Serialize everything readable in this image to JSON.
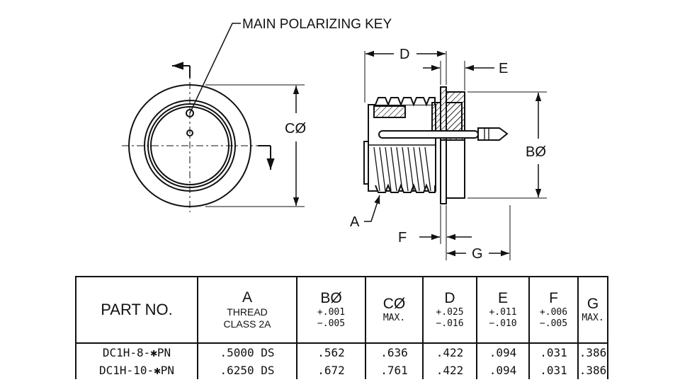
{
  "drawing": {
    "main_key_label": "MAIN POLARIZING KEY",
    "dim_c": "CØ",
    "dim_d": "D",
    "dim_e": "E",
    "dim_b": "BØ",
    "dim_a": "A",
    "dim_f": "F",
    "dim_g": "G"
  },
  "table": {
    "headers": [
      {
        "main": "PART NO."
      },
      {
        "main": "A",
        "sub1": "THREAD",
        "sub2": "CLASS 2A"
      },
      {
        "main": "BØ",
        "tol1": "+.001",
        "tol2": "−.005"
      },
      {
        "main": "CØ",
        "tol1": "MAX."
      },
      {
        "main": "D",
        "tol1": "+.025",
        "tol2": "−.016"
      },
      {
        "main": "E",
        "tol1": "+.011",
        "tol2": "−.010"
      },
      {
        "main": "F",
        "tol1": "+.006",
        "tol2": "−.005"
      },
      {
        "main": "G",
        "tol1": "MAX."
      }
    ],
    "rows": [
      [
        "DC1H-8-✱PN",
        ".5000 DS",
        ".562",
        ".636",
        ".422",
        ".094",
        ".031",
        ".386"
      ],
      [
        "DC1H-10-✱PN",
        ".6250 DS",
        ".672",
        ".761",
        ".422",
        ".094",
        ".031",
        ".386"
      ]
    ]
  }
}
